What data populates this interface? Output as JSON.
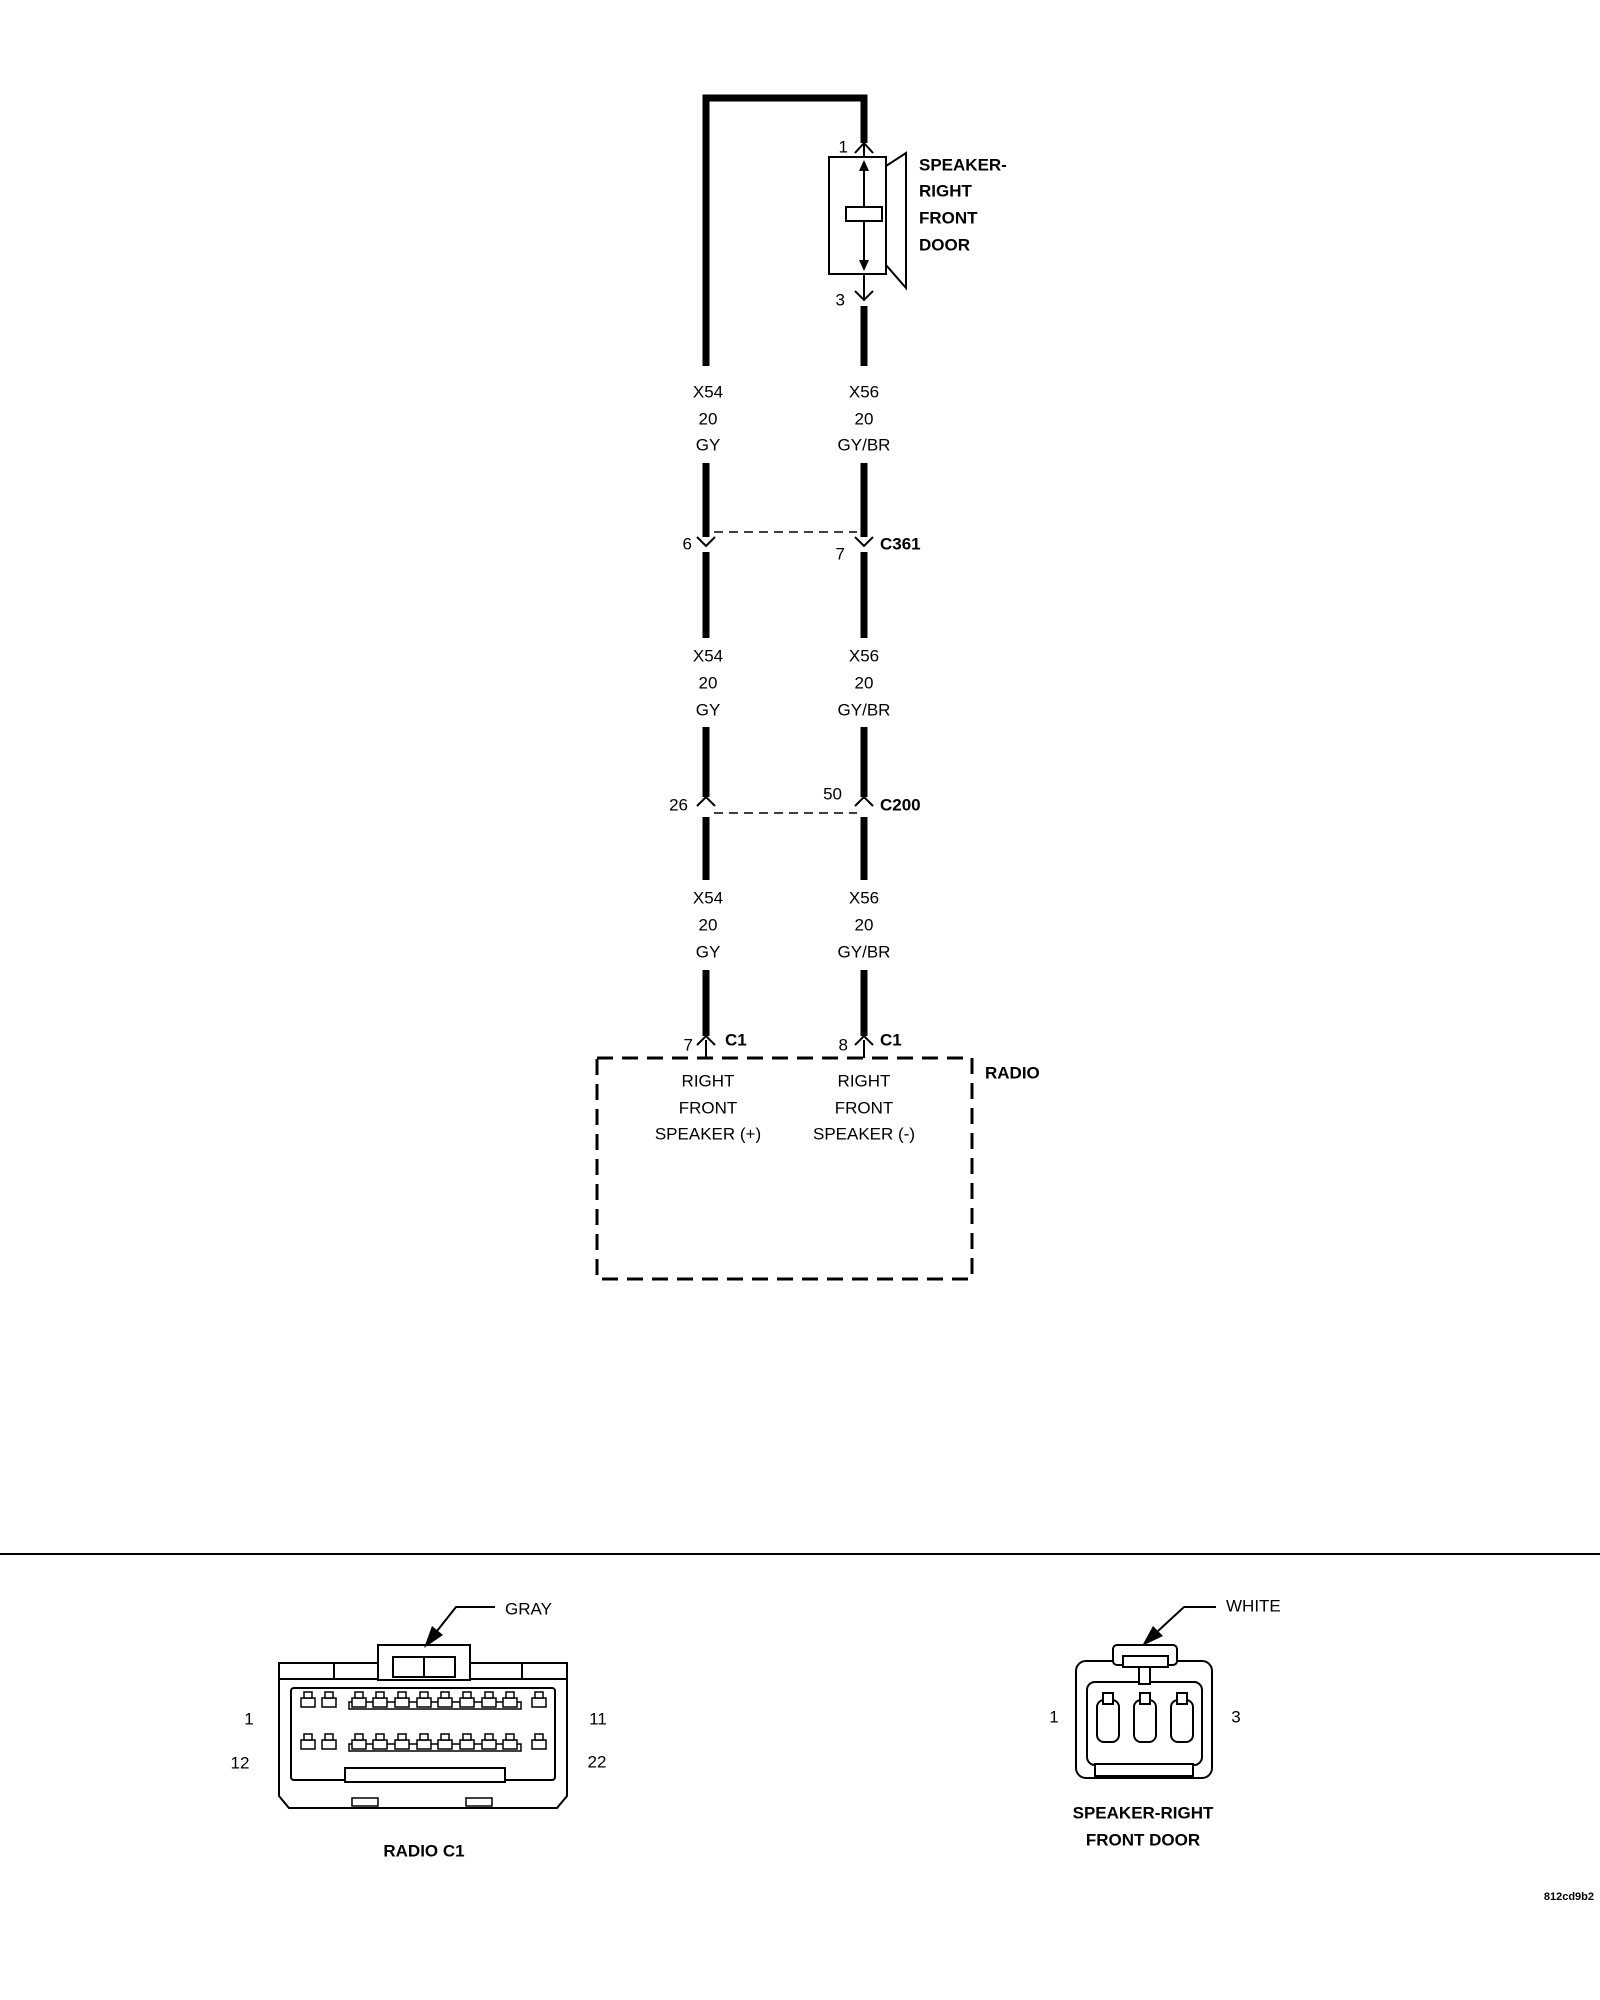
{
  "speaker": {
    "name_lines": [
      "SPEAKER-",
      "RIGHT",
      "FRONT",
      "DOOR"
    ],
    "pin_top": "1",
    "pin_bottom": "3"
  },
  "wires": {
    "left": {
      "circuit": "X54",
      "gauge": "20",
      "color": "GY"
    },
    "right": {
      "circuit": "X56",
      "gauge": "20",
      "color": "GY/BR"
    }
  },
  "inline_connectors": {
    "c361": {
      "name": "C361",
      "left_pin": "6",
      "right_pin": "7"
    },
    "c200": {
      "name": "C200",
      "left_pin": "26",
      "right_pin": "50"
    }
  },
  "radio": {
    "name": "RADIO",
    "connector": "C1",
    "left_pin": "7",
    "right_pin": "8",
    "left_function": [
      "RIGHT",
      "FRONT",
      "SPEAKER (+)"
    ],
    "right_function": [
      "RIGHT",
      "FRONT",
      "SPEAKER (-)"
    ]
  },
  "connector_views": {
    "radio_c1": {
      "title": "RADIO C1",
      "housing_color": "GRAY",
      "pin_top_left": "1",
      "pin_top_right": "11",
      "pin_bottom_left": "12",
      "pin_bottom_right": "22"
    },
    "speaker": {
      "title_lines": [
        "SPEAKER-RIGHT",
        "FRONT DOOR"
      ],
      "housing_color": "WHITE",
      "pin_left": "1",
      "pin_right": "3"
    }
  },
  "figure_id": "812cd9b2",
  "colors": {
    "ink": "#000000",
    "background": "#ffffff"
  }
}
